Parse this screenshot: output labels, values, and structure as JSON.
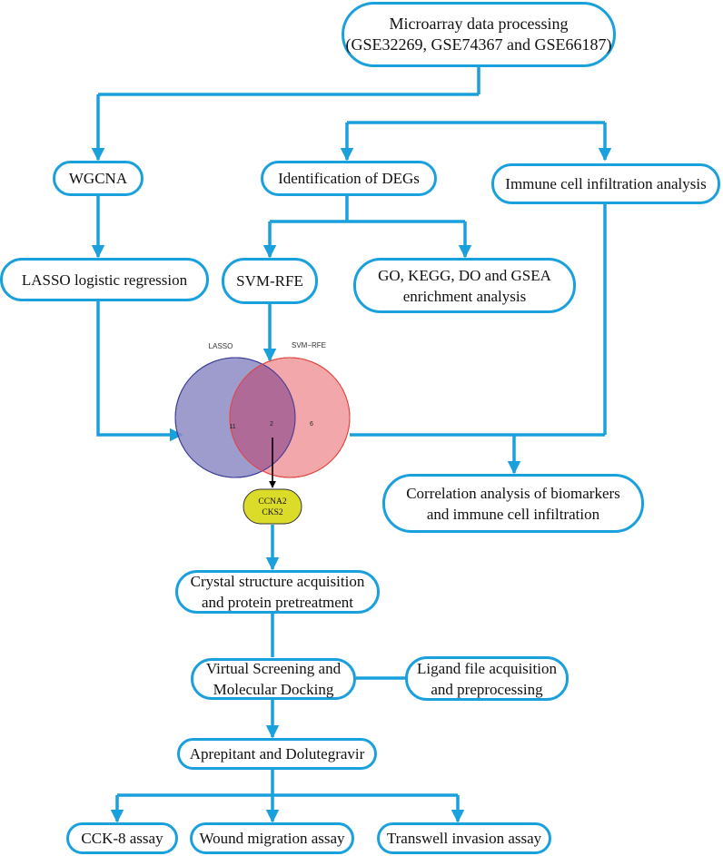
{
  "colors": {
    "flow": "#1aa0dc",
    "lasso_fill": "#8d8bc4",
    "svm_fill": "#ee8a8d",
    "overlap_fill": "#b06a97",
    "result_fill": "#dbdb2a"
  },
  "nodes": {
    "microarray": {
      "line1": "Microarray data processing",
      "line2": "(GSE32269, GSE74367 and GSE66187)"
    },
    "wgcna": {
      "line1": "WGCNA"
    },
    "degs": {
      "line1": "Identification of DEGs"
    },
    "immune": {
      "line1": "Immune cell infiltration analysis"
    },
    "lasso": {
      "line1": "LASSO logistic regression"
    },
    "svm": {
      "line1": "SVM-RFE"
    },
    "enrichment": {
      "line1": "GO, KEGG, DO and GSEA",
      "line2": "enrichment analysis"
    },
    "correlation": {
      "line1": "Correlation analysis of biomarkers",
      "line2": "and immune cell infiltration"
    },
    "crystal": {
      "line1": "Crystal structure acquisition",
      "line2": "and protein pretreatment"
    },
    "screening": {
      "line1": "Virtual Screening and",
      "line2": "Molecular Docking"
    },
    "ligand": {
      "line1": "Ligand file acquisition",
      "line2": "and preprocessing"
    },
    "drugs": {
      "line1": "Aprepitant and Dolutegravir"
    },
    "cck8": {
      "line1": "CCK-8 assay"
    },
    "wound": {
      "line1": "Wound migration assay"
    },
    "transwell": {
      "line1": "Transwell invasion assay"
    }
  },
  "venn": {
    "left_label": "LASSO",
    "right_label": "SVM−RFE",
    "left_only": "11",
    "overlap": "2",
    "right_only": "6",
    "result_line1": "CCNA2",
    "result_line2": "CKS2"
  }
}
